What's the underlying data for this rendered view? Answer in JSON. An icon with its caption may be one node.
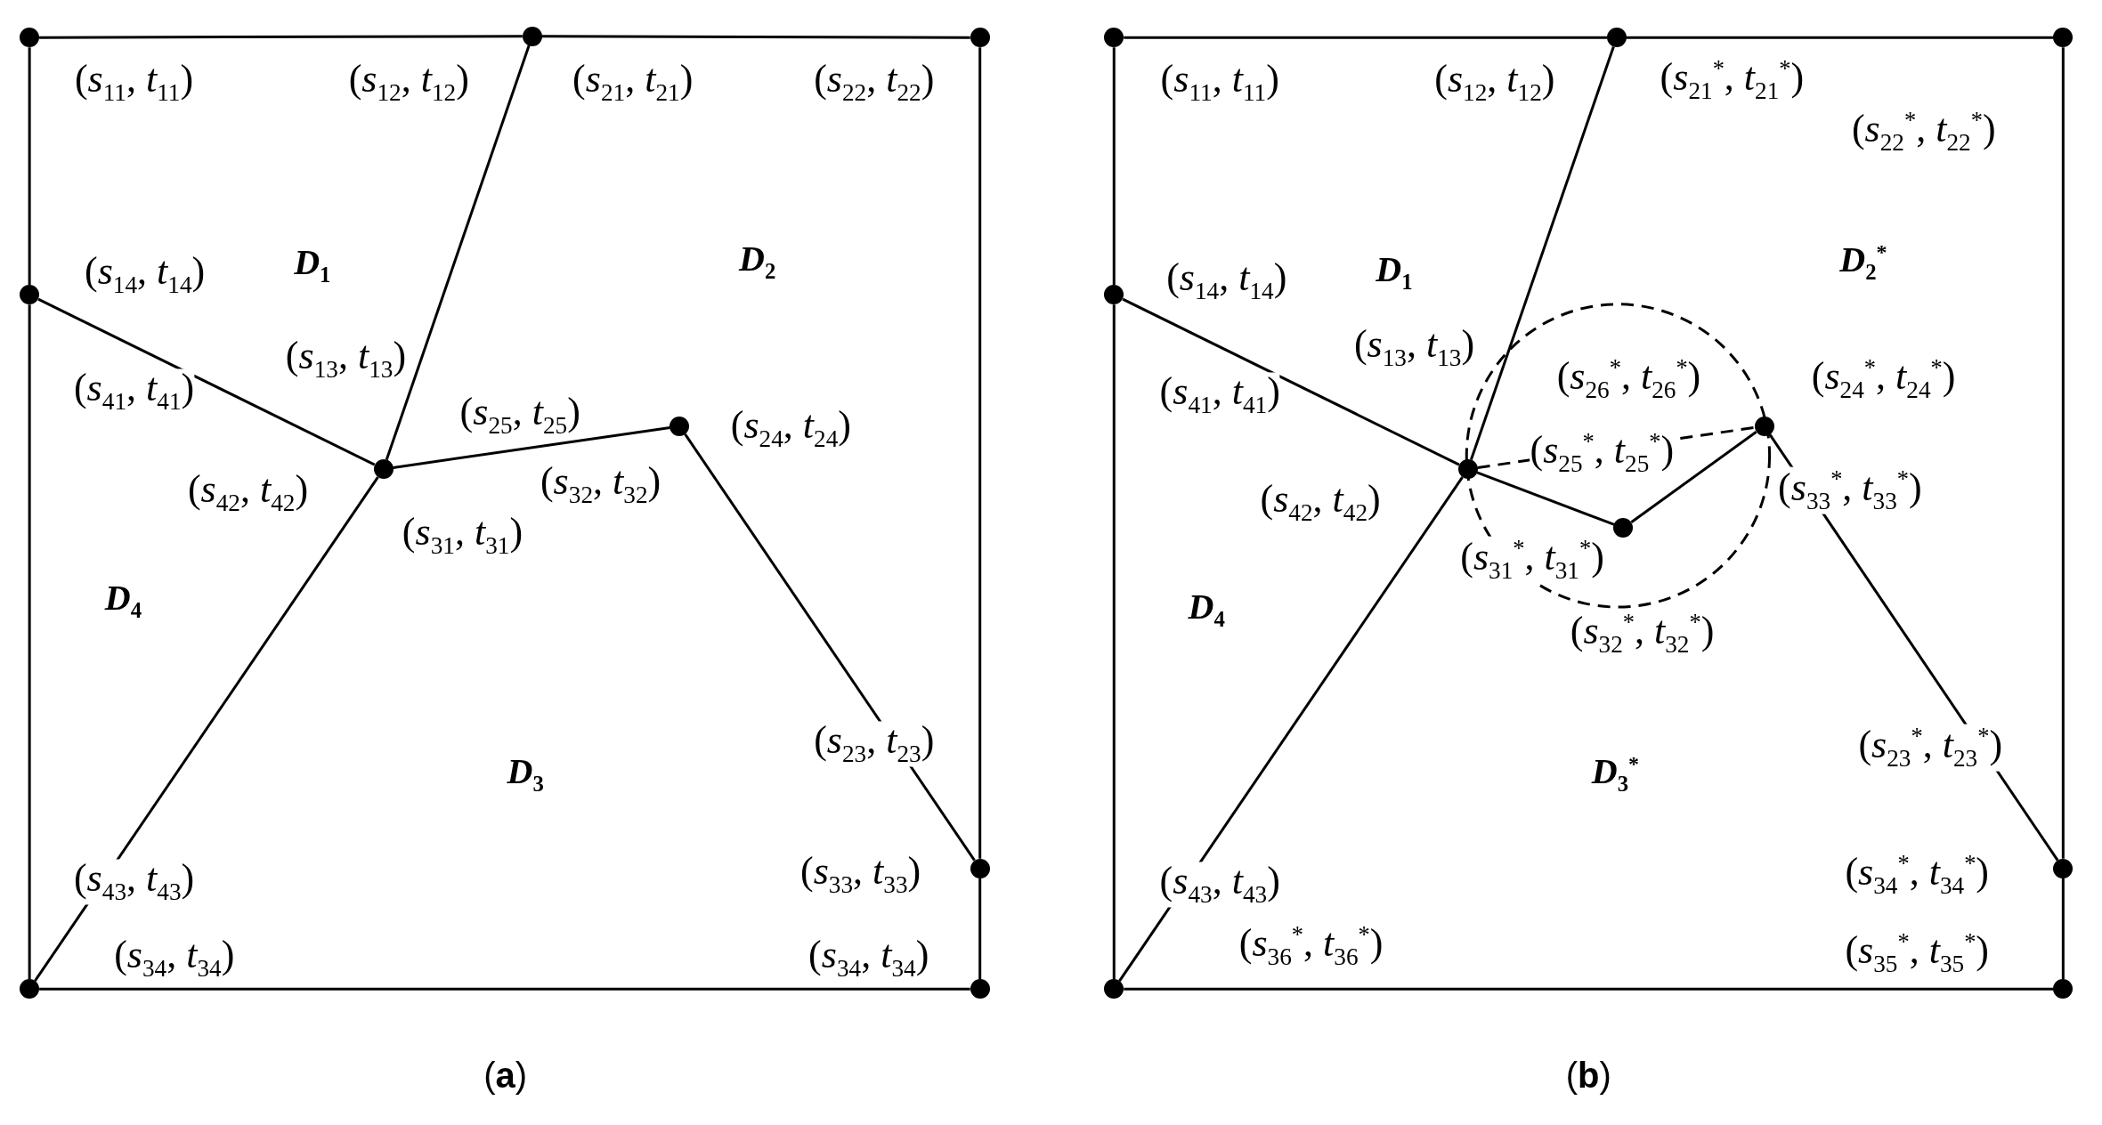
{
  "diagram": {
    "nodes": [
      {
        "text": [],
        "shape": "circle"
      },
      {
        "text": [],
        "shape": "circle"
      },
      {
        "text": [],
        "shape": "circle"
      },
      {
        "text": [],
        "shape": "circle"
      },
      {
        "text": [],
        "shape": "circle"
      },
      {
        "text": [],
        "shape": "circle"
      },
      {
        "text": [],
        "shape": "circle"
      },
      {
        "text": [],
        "shape": "circle"
      },
      {
        "text": [],
        "shape": "circle"
      },
      {
        "text": [],
        "shape": "circle"
      },
      {
        "text": [],
        "shape": "circle"
      },
      {
        "text": [],
        "shape": "circle"
      },
      {
        "text": [],
        "shape": "circle"
      },
      {
        "text": [],
        "shape": "circle"
      },
      {
        "text": [],
        "shape": "circle"
      },
      {
        "text": [],
        "shape": "circle"
      },
      {
        "text": [],
        "shape": "circle"
      },
      {
        "text": [],
        "shape": "circle"
      },
      {
        "text": [],
        "shape": "circle"
      }
    ],
    "edges": [
      {
        "from": 0,
        "to": 1,
        "arrow": "none"
      },
      {
        "from": 1,
        "to": 2,
        "arrow": "none"
      },
      {
        "from": 2,
        "to": 6,
        "arrow": "none"
      },
      {
        "from": 6,
        "to": 8,
        "arrow": "none"
      },
      {
        "from": 7,
        "to": 8,
        "arrow": "none"
      },
      {
        "from": 0,
        "to": 3,
        "arrow": "none"
      },
      {
        "from": 3,
        "to": 7,
        "arrow": "none"
      },
      {
        "from": 1,
        "to": 4,
        "arrow": "none"
      },
      {
        "from": 3,
        "to": 4,
        "arrow": "none"
      },
      {
        "from": 4,
        "to": 5,
        "arrow": "none"
      },
      {
        "from": 5,
        "to": 6,
        "arrow": "none"
      },
      {
        "from": 4,
        "to": 7,
        "arrow": "none"
      },
      {
        "from": 9,
        "to": 10,
        "arrow": "none"
      },
      {
        "from": 10,
        "to": 11,
        "arrow": "none"
      },
      {
        "from": 11,
        "to": 16,
        "arrow": "none"
      },
      {
        "from": 16,
        "to": 18,
        "arrow": "none"
      },
      {
        "from": 17,
        "to": 18,
        "arrow": "none"
      },
      {
        "from": 9,
        "to": 12,
        "arrow": "none"
      },
      {
        "from": 12,
        "to": 17,
        "arrow": "none"
      },
      {
        "from": 10,
        "to": 13,
        "arrow": "none"
      },
      {
        "from": 12,
        "to": 13,
        "arrow": "none"
      },
      {
        "from": 13,
        "to": 15,
        "arrow": "none"
      },
      {
        "from": 15,
        "to": 14,
        "arrow": "none"
      },
      {
        "from": 14,
        "to": 16,
        "arrow": "none"
      },
      {
        "from": 13,
        "to": 17,
        "arrow": "none"
      },
      {
        "from": 13,
        "to": 14,
        "arrow": "none",
        "style": "dashed"
      }
    ],
    "labels": [
      "(*s*$_{11}$, *t*$_{11}$)",
      "(*s*$_{12}$, *t*$_{12}$)",
      "(*s*$_{21}$, *t*$_{21}$)",
      "(*s*$_{22}$, *t*$_{22}$)",
      "(*s*$_{14}$, *t*$_{14}$)",
      "*D*$_{1}$",
      "*D*$_{2}$",
      "(*s*$_{13}$, *t*$_{13}$)",
      "(*s*$_{41}$, *t*$_{41}$)",
      "(*s*$_{25}$, *t*$_{25}$)",
      "(*s*$_{24}$, *t*$_{24}$)",
      "(*s*$_{42}$, *t*$_{42}$)",
      "(*s*$_{32}$, *t*$_{32}$)",
      "(*s*$_{31}$, *t*$_{31}$)",
      "*D*$_{4}$",
      "*D*$_{3}$",
      "(*s*$_{23}$, *t*$_{23}$)",
      "(*s*$_{43}$, *t*$_{43}$)",
      "(*s*$_{33}$, *t*$_{33}$)",
      "(*s*$_{34}$, *t*$_{34}$)",
      "(*s*$_{34}$, *t*$_{34}$)",
      "(*s*$_{11}$, *t*$_{11}$)",
      "(*s*$_{12}$, *t*$_{12}$)",
      "(*s*$_{21}$$^{*}$, *t*$_{21}$$^{*}$)",
      "(*s*$_{22}$$^{*}$, *t*$_{22}$$^{*}$)",
      "(*s*$_{14}$, *t*$_{14}$)",
      "*D*$_{1}$",
      "*D*$_{2}$$^{*}$",
      "(*s*$_{13}$, *t*$_{13}$)",
      "(*s*$_{26}$$^{*}$, *t*$_{26}$$^{*}$)",
      "(*s*$_{24}$$^{*}$, *t*$_{24}$$^{*}$)",
      "(*s*$_{41}$, *t*$_{41}$)",
      "(*s*$_{25}$$^{*}$, *t*$_{25}$$^{*}$)",
      "(*s*$_{42}$, *t*$_{42}$)",
      "(*s*$_{33}$$^{*}$, *t*$_{33}$$^{*}$)",
      "(*s*$_{31}$$^{*}$, *t*$_{31}$$^{*}$)",
      "*D*$_{4}$",
      "(*s*$_{32}$$^{*}$, *t*$_{32}$$^{*}$)",
      "(*s*$_{23}$$^{*}$, *t*$_{23}$$^{*}$)",
      "*D*$_{3}$$^{*}$",
      "(*s*$_{43}$, *t*$_{43}$)",
      "(*s*$_{34}$$^{*}$, *t*$_{34}$$^{*}$)",
      "(*s*$_{36}$$^{*}$, *t*$_{36}$$^{*}$)",
      "(*s*$_{35}$$^{*}$, *t*$_{35}$$^{*}$)",
      "(**a**)",
      "(**b**)"
    ]
  }
}
